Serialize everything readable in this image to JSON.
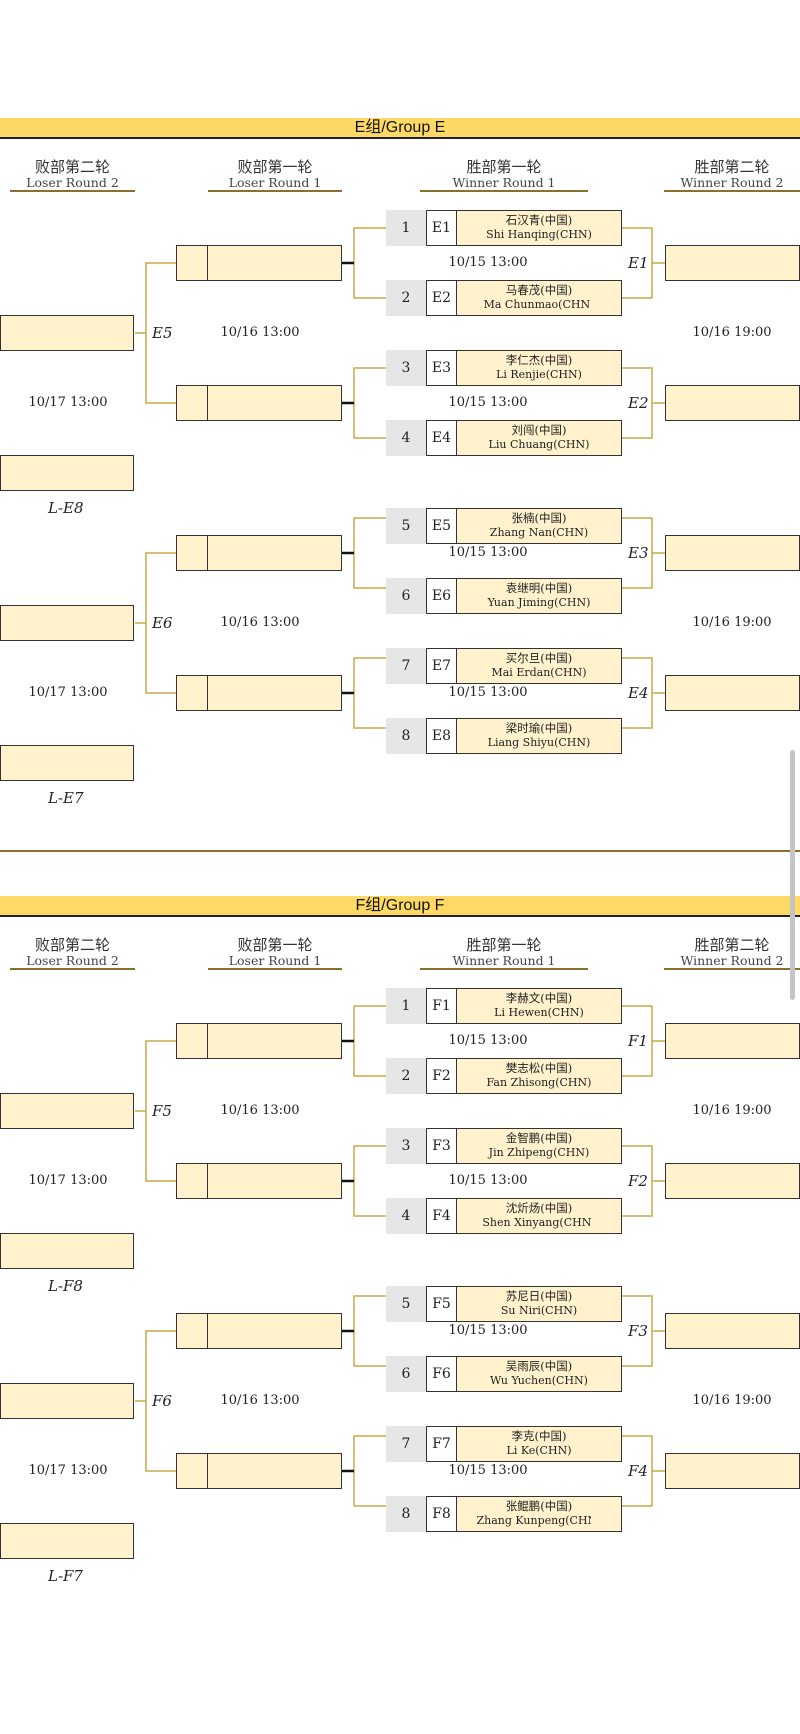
{
  "round_headers": {
    "loser2": {
      "zh": "败部第二轮",
      "en": "Loser Round 2"
    },
    "loser1": {
      "zh": "败部第一轮",
      "en": "Loser Round 1"
    },
    "winner1": {
      "zh": "胜部第一轮",
      "en": "Winner Round 1"
    },
    "winner2": {
      "zh": "胜部第二轮",
      "en": "Winner Round 2"
    }
  },
  "groups": [
    {
      "title": "E组/Group E",
      "players": [
        {
          "seed": "1",
          "code": "E1",
          "zh": "石汉青(中国)",
          "en": "Shi Hanqing(CHN)"
        },
        {
          "seed": "2",
          "code": "E2",
          "zh": "马春茂(中国)",
          "en": "Ma Chunmao(CHN)"
        },
        {
          "seed": "3",
          "code": "E3",
          "zh": "李仁杰(中国)",
          "en": "Li Renjie(CHN)"
        },
        {
          "seed": "4",
          "code": "E4",
          "zh": "刘闯(中国)",
          "en": "Liu Chuang(CHN)"
        },
        {
          "seed": "5",
          "code": "E5",
          "zh": "张楠(中国)",
          "en": "Zhang Nan(CHN)"
        },
        {
          "seed": "6",
          "code": "E6",
          "zh": "袁继明(中国)",
          "en": "Yuan Jiming(CHN)"
        },
        {
          "seed": "7",
          "code": "E7",
          "zh": "买尔旦(中国)",
          "en": "Mai Erdan(CHN)"
        },
        {
          "seed": "8",
          "code": "E8",
          "zh": "梁时瑜(中国)",
          "en": "Liang Shiyu(CHN)"
        }
      ],
      "winner_matches": [
        "E1",
        "E2",
        "E3",
        "E4"
      ],
      "loser_matches": [
        "E5",
        "E6"
      ],
      "loser_refs": [
        "L-E8",
        "L-E7"
      ],
      "times": {
        "w1": "10/15 13:00",
        "l1": "10/16 13:00",
        "l2": "10/17 13:00",
        "w2": "10/16 19:00"
      }
    },
    {
      "title": "F组/Group F",
      "players": [
        {
          "seed": "1",
          "code": "F1",
          "zh": "李赫文(中国)",
          "en": "Li Hewen(CHN)"
        },
        {
          "seed": "2",
          "code": "F2",
          "zh": "樊志松(中国)",
          "en": "Fan Zhisong(CHN)"
        },
        {
          "seed": "3",
          "code": "F3",
          "zh": "金智鹏(中国)",
          "en": "Jin Zhipeng(CHN)"
        },
        {
          "seed": "4",
          "code": "F4",
          "zh": "沈炘炀(中国)",
          "en": "Shen Xinyang(CHN)"
        },
        {
          "seed": "5",
          "code": "F5",
          "zh": "苏尼日(中国)",
          "en": "Su Niri(CHN)"
        },
        {
          "seed": "6",
          "code": "F6",
          "zh": "吴雨辰(中国)",
          "en": "Wu Yuchen(CHN)"
        },
        {
          "seed": "7",
          "code": "F7",
          "zh": "李克(中国)",
          "en": "Li Ke(CHN)"
        },
        {
          "seed": "8",
          "code": "F8",
          "zh": "张鲲鹏(中国)",
          "en": "Zhang Kunpeng(CHN)"
        }
      ],
      "winner_matches": [
        "F1",
        "F2",
        "F3",
        "F4"
      ],
      "loser_matches": [
        "F5",
        "F6"
      ],
      "loser_refs": [
        "L-F8",
        "L-F7"
      ],
      "times": {
        "w1": "10/15 13:00",
        "l1": "10/16 13:00",
        "l2": "10/17 13:00",
        "w2": "10/16 19:00"
      }
    }
  ],
  "colors": {
    "header_band": "#ffd966",
    "box_fill": "#fff2cc",
    "connector": "#c9a94a",
    "rule": "#8b6f2c",
    "seed_fill": "#e6e6e6"
  }
}
